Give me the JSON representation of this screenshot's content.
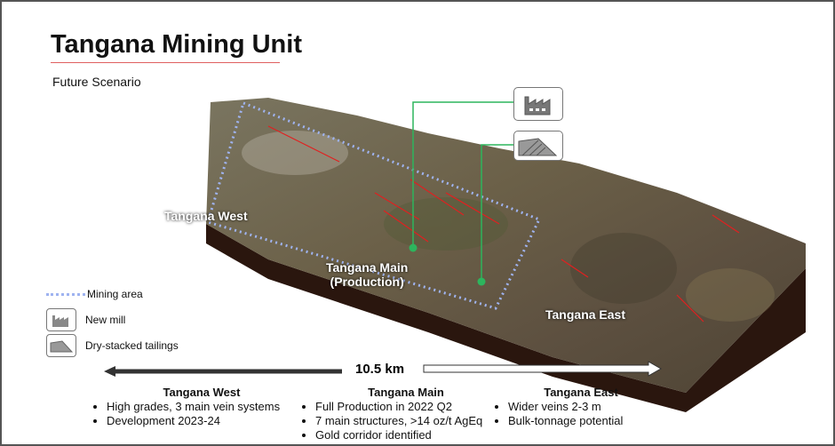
{
  "title": "Tangana Mining Unit",
  "subtitle": "Future Scenario",
  "map_labels": {
    "west": "Tangana West",
    "main_line1": "Tangana Main",
    "main_line2": "(Production)",
    "east": "Tangana East"
  },
  "legend": {
    "mining_area": "Mining area",
    "new_mill": "New mill",
    "tailings": "Dry-stacked tailings"
  },
  "distance": "10.5 km",
  "columns": [
    {
      "heading": "Tangana West",
      "bullets": [
        "High grades, 3 main vein systems",
        "Development 2023-24"
      ]
    },
    {
      "heading": "Tangana Main",
      "bullets": [
        "Full Production in 2022 Q2",
        "7 main structures, >14 oz/t AgEq",
        "Gold corridor identified"
      ]
    },
    {
      "heading": "Tangana East",
      "bullets": [
        "Wider veins 2-3 m",
        "Bulk-tonnage potential"
      ]
    }
  ],
  "colors": {
    "marker": "#2db55d",
    "mining_area": "#9fb3f0",
    "vein": "#e02020"
  }
}
